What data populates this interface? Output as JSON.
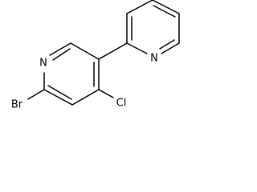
{
  "molecule": {
    "atoms": {
      "n1": "N",
      "n2": "N",
      "br": "Br",
      "cl": "Cl"
    }
  }
}
